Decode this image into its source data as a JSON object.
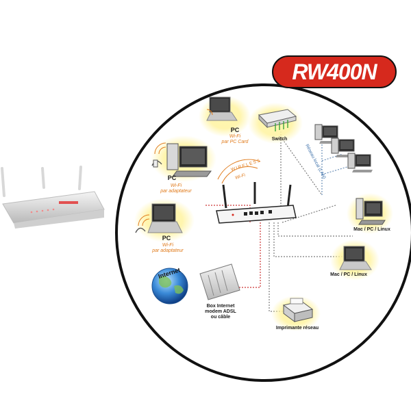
{
  "badge": {
    "title": "RW400N",
    "color": "#d6291d"
  },
  "nodes": {
    "pc_card": {
      "name": "PC",
      "desc": [
        "Wi-Fi",
        "par PC Card"
      ]
    },
    "switch": {
      "name": "Switch"
    },
    "lan": {
      "label": "Réseau local (LAN)"
    },
    "pc_adapter1": {
      "name": "PC",
      "desc": [
        "Wi-Fi",
        "par adaptateur"
      ]
    },
    "pc_adapter2": {
      "name": "PC",
      "desc": [
        "Wi-Fi",
        "par adaptateur"
      ]
    },
    "wireless": {
      "label": "WIRELESS",
      "sub": "Wi-Fi"
    },
    "mac1": {
      "name": "Mac / PC / Linux"
    },
    "mac2": {
      "name": "Mac / PC / Linux"
    },
    "internet": {
      "label": "Internet"
    },
    "box": {
      "name": "Box Internet",
      "desc": [
        "modem ADSL",
        "ou câble"
      ]
    },
    "printer": {
      "name": "Imprimante réseau"
    }
  },
  "colors": {
    "accent": "#d6291d",
    "wifi": "#e07a1a",
    "glow": "#fff3a0",
    "link": "#7a7a7a"
  }
}
